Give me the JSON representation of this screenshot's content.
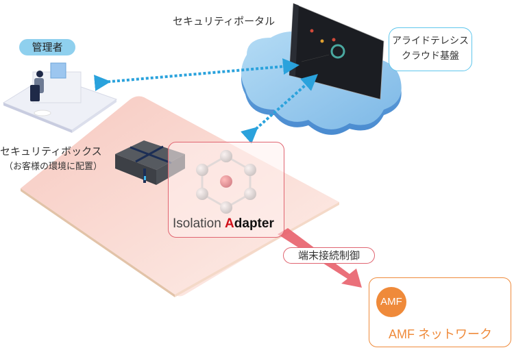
{
  "labels": {
    "admin": "管理者",
    "portal": "セキュリティポータル",
    "cloud_line1": "アライドテレシス",
    "cloud_line2": "クラウド基盤",
    "security_box": "セキュリティボックス",
    "security_box_sub": "（お客様の環境に配置）",
    "adapter_prefix": "Isolation ",
    "adapter_A": "A",
    "adapter_rest": "dapter",
    "control": "端末接続制御",
    "amf_badge": "AMF",
    "amf_network": "AMF ネットワーク"
  },
  "colors": {
    "cloud": "#7fbde8",
    "arrow_dotted": "#2aa2dc",
    "platform": "#fbe0da",
    "adapter_border": "#e06470",
    "control_arrow": "#e8606c",
    "amf_orange": "#ef8a3a",
    "admin_pill": "#8fd0ee"
  }
}
